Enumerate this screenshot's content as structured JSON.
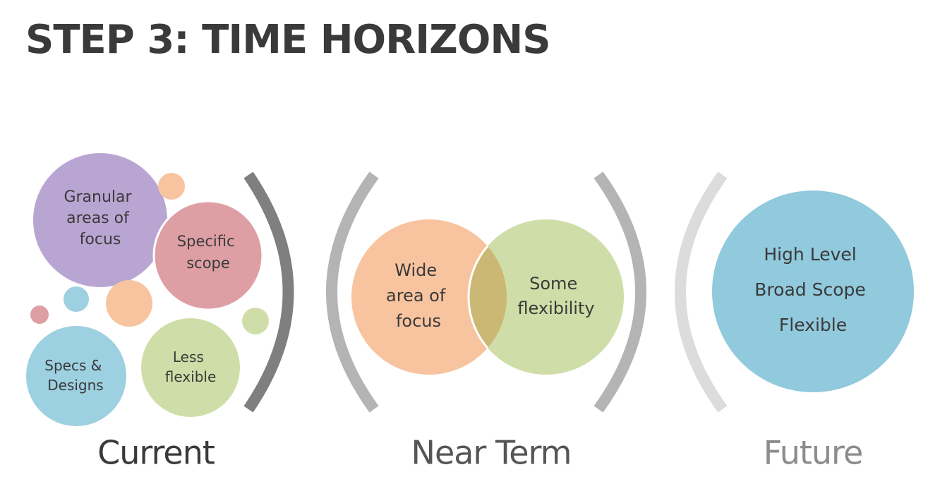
{
  "title": "STEP 3: TIME HORIZONS",
  "current": {
    "label": "Current",
    "circles": {
      "granular": [
        "Granular",
        "areas of",
        "focus"
      ],
      "specific": [
        "Specific",
        "scope"
      ],
      "specs": [
        "Specs &",
        "Designs"
      ],
      "less_flexible": [
        "Less",
        "flexible"
      ]
    }
  },
  "near_term": {
    "label": "Near Term",
    "circles": {
      "wide": [
        "Wide",
        "area of",
        "focus"
      ],
      "some": [
        "Some",
        "flexibility"
      ]
    }
  },
  "future": {
    "label": "Future",
    "circle": [
      "High Level",
      "Broad Scope",
      "Flexible"
    ]
  },
  "colors": {
    "title": "#3a3a3a",
    "purple": "#b9a5d2",
    "pink": "#de9fa4",
    "orange": "#f8c49f",
    "green": "#cfdea8",
    "blue": "#9dd0e0",
    "future_blue": "#91c9dd",
    "overlap": "#cbb874",
    "bracket_dark": "#7f7f7f",
    "bracket_mid": "#b4b4b4",
    "bracket_light": "#dcdcdc",
    "label_current": "#3a3a3a",
    "label_near": "#555555",
    "label_future": "#8c8c8c"
  }
}
